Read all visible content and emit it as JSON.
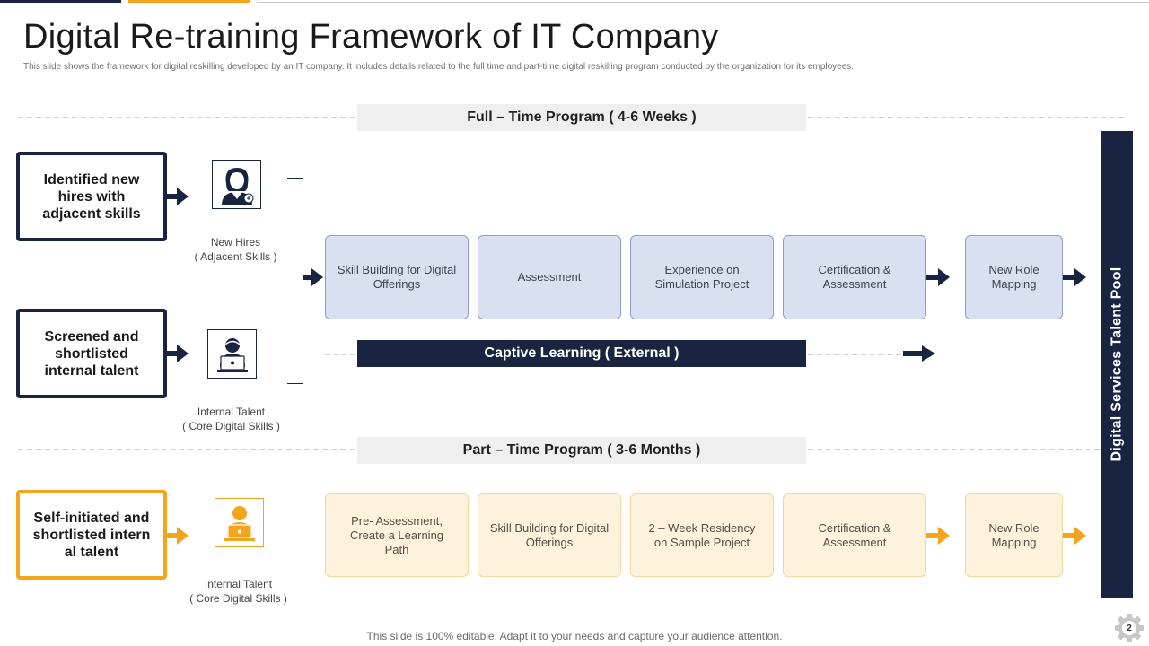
{
  "title": "Digital Re-training Framework of IT Company",
  "subtitle": "This slide shows the framework for digital reskilling developed by an IT  company. It includes details related to the full time and part-time digital reskilling program conducted by the organization for its employees.",
  "full_time": {
    "label": "Full – Time Program ( 4-6 Weeks )",
    "inputs": [
      {
        "box": "Identified new hires with adjacent skills",
        "caption_line1": "New Hires",
        "caption_line2": "( Adjacent Skills )"
      },
      {
        "box": "Screened and shortlisted internal talent",
        "caption_line1": "Internal Talent",
        "caption_line2": "( Core Digital Skills )"
      }
    ],
    "steps": [
      "Skill Building for Digital Offerings",
      "Assessment",
      "Experience on Simulation Project",
      "Certification & Assessment"
    ],
    "outcome": "New Role Mapping",
    "captive_label": "Captive Learning ( External )"
  },
  "part_time": {
    "label": "Part – Time Program ( 3-6 Months )",
    "input": {
      "box": "Self-initiated and shortlisted  intern al talent",
      "caption_line1": "Internal Talent",
      "caption_line2": "( Core Digital Skills )"
    },
    "steps": [
      "Pre- Assessment, Create a Learning Path",
      "Skill Building for Digital Offerings",
      "2 – Week Residency on Sample Project",
      "Certification & Assessment"
    ],
    "outcome": "New Role Mapping"
  },
  "talent_pool": "Digital Services Talent Pool",
  "footer": "This slide is 100% editable. Adapt it to your  needs and capture your audience attention.",
  "page_number": "2",
  "colors": {
    "navy": "#182440",
    "orange": "#f2a51d",
    "blue_step": "#d9e0f1",
    "cream_step": "#fdf2dc"
  },
  "icons": [
    "woman-user-icon",
    "laptop-user-icon",
    "orange-laptop-user-icon",
    "arrow-right-icon",
    "gear-icon"
  ]
}
